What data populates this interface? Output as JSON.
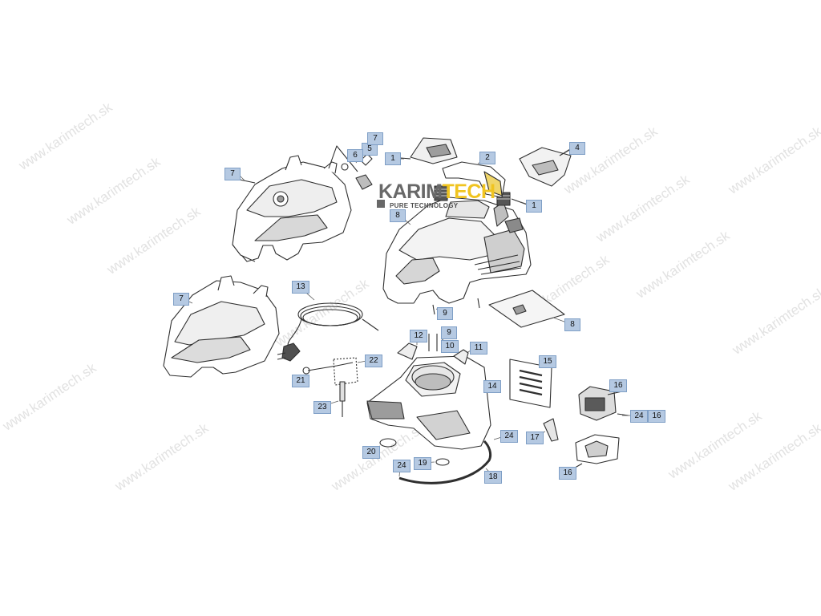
{
  "diagram": {
    "watermark_text": "www.karimtech.sk",
    "logo": {
      "main_part1": "KARIM",
      "main_part2": "TECH",
      "tagline": "PURE TECHNOLOGY"
    },
    "colors": {
      "callout_fill": "#b5c9e2",
      "callout_border": "#7f9fc6",
      "logo_grey": "#686868",
      "logo_yellow": "#f0c420"
    },
    "callouts": [
      {
        "id": "c1a",
        "label": "1"
      },
      {
        "id": "c1b",
        "label": "1"
      },
      {
        "id": "c2",
        "label": "2"
      },
      {
        "id": "c4",
        "label": "4"
      },
      {
        "id": "c5",
        "label": "5"
      },
      {
        "id": "c6",
        "label": "6"
      },
      {
        "id": "c7a",
        "label": "7"
      },
      {
        "id": "c7b",
        "label": "7"
      },
      {
        "id": "c7c",
        "label": "7"
      },
      {
        "id": "c8a",
        "label": "8"
      },
      {
        "id": "c8b",
        "label": "8"
      },
      {
        "id": "c9a",
        "label": "9"
      },
      {
        "id": "c9b",
        "label": "9"
      },
      {
        "id": "c10",
        "label": "10"
      },
      {
        "id": "c11",
        "label": "11"
      },
      {
        "id": "c12",
        "label": "12"
      },
      {
        "id": "c13",
        "label": "13"
      },
      {
        "id": "c14",
        "label": "14"
      },
      {
        "id": "c15",
        "label": "15"
      },
      {
        "id": "c16a",
        "label": "16"
      },
      {
        "id": "c16b",
        "label": "16"
      },
      {
        "id": "c16c",
        "label": "16"
      },
      {
        "id": "c17",
        "label": "17"
      },
      {
        "id": "c18",
        "label": "18"
      },
      {
        "id": "c19",
        "label": "19"
      },
      {
        "id": "c20",
        "label": "20"
      },
      {
        "id": "c21",
        "label": "21"
      },
      {
        "id": "c22",
        "label": "22"
      },
      {
        "id": "c23",
        "label": "23"
      },
      {
        "id": "c24a",
        "label": "24"
      },
      {
        "id": "c24b",
        "label": "24"
      },
      {
        "id": "c24c",
        "label": "24"
      }
    ]
  }
}
